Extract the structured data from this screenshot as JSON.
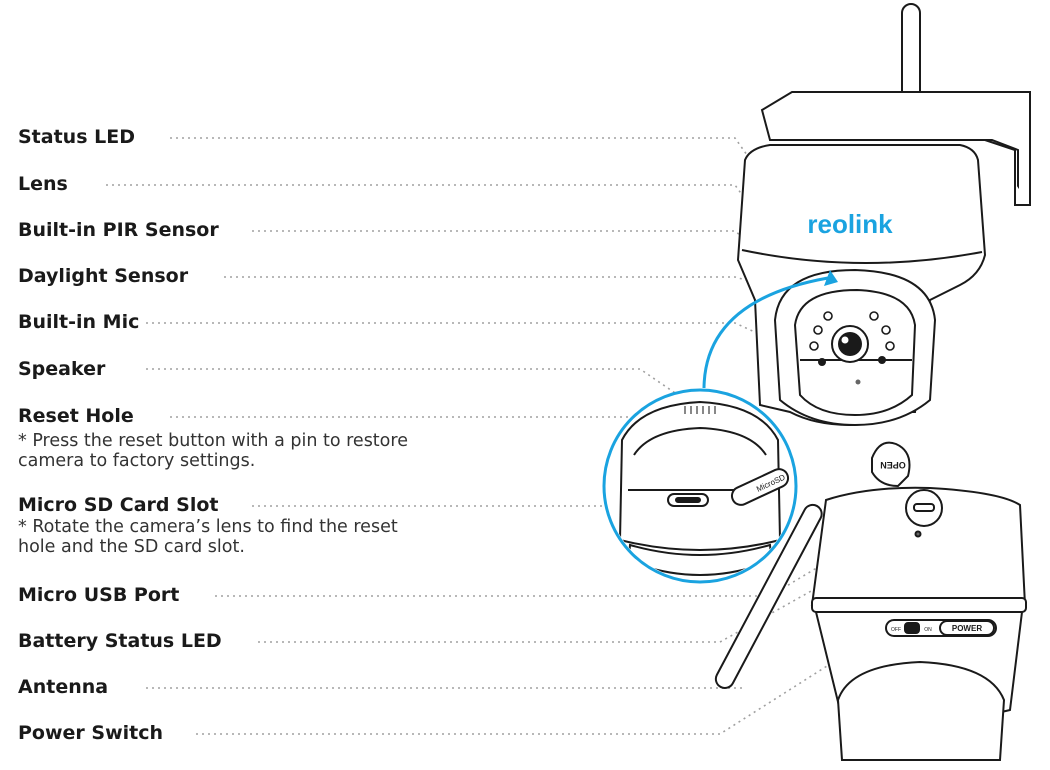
{
  "brand": {
    "logo_text": "reolink",
    "accent_color": "#1aa3e0"
  },
  "labels": {
    "status_led": "Status LED",
    "lens": "Lens",
    "pir_sensor": "Built-in PIR Sensor",
    "daylight_sensor": "Daylight Sensor",
    "mic": "Built-in Mic",
    "speaker": "Speaker",
    "reset_hole": "Reset Hole",
    "reset_note_1": "* Press the reset button with a pin to restore",
    "reset_note_2": "camera to factory settings.",
    "sd_slot": "Micro SD Card Slot",
    "sd_note_1": "* Rotate the camera’s lens to find the reset",
    "sd_note_2": "hole and the SD card slot.",
    "usb_port": "Micro USB Port",
    "battery_led": "Battery Status LED",
    "antenna": "Antenna",
    "power_switch": "Power Switch"
  },
  "device_text": {
    "open": "OPEN",
    "microsd": "MicroSD",
    "power": "POWER",
    "off": "OFF",
    "on": "ON"
  }
}
